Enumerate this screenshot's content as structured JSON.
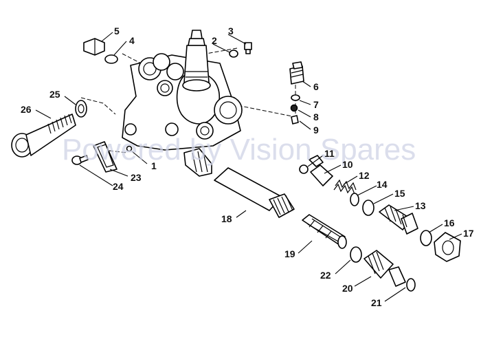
{
  "diagram": {
    "watermark": "Powered by Vision Spares",
    "callouts": [
      "1",
      "2",
      "3",
      "4",
      "5",
      "6",
      "7",
      "8",
      "9",
      "10",
      "11",
      "12",
      "13",
      "14",
      "15",
      "16",
      "17",
      "18",
      "19",
      "20",
      "21",
      "22",
      "23",
      "24",
      "25",
      "26"
    ]
  }
}
